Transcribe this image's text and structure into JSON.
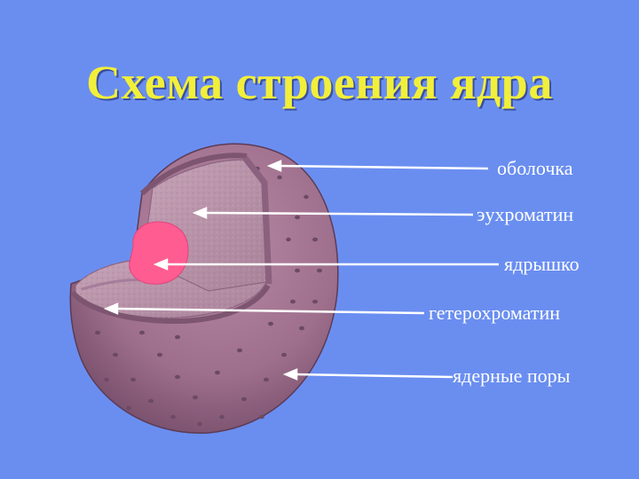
{
  "title": "Схема строения ядра",
  "labels": {
    "envelope": "оболочка",
    "euchromatin": "эухроматин",
    "nucleolus": "ядрышко",
    "heterochromatin": "гетерохроматин",
    "pores": "ядерные поры"
  },
  "colors": {
    "background": "#6a8ef0",
    "title": "#f2ef3a",
    "sphere": "#a27591",
    "nucleolus": "#ff5c92",
    "label": "#ffffff"
  }
}
